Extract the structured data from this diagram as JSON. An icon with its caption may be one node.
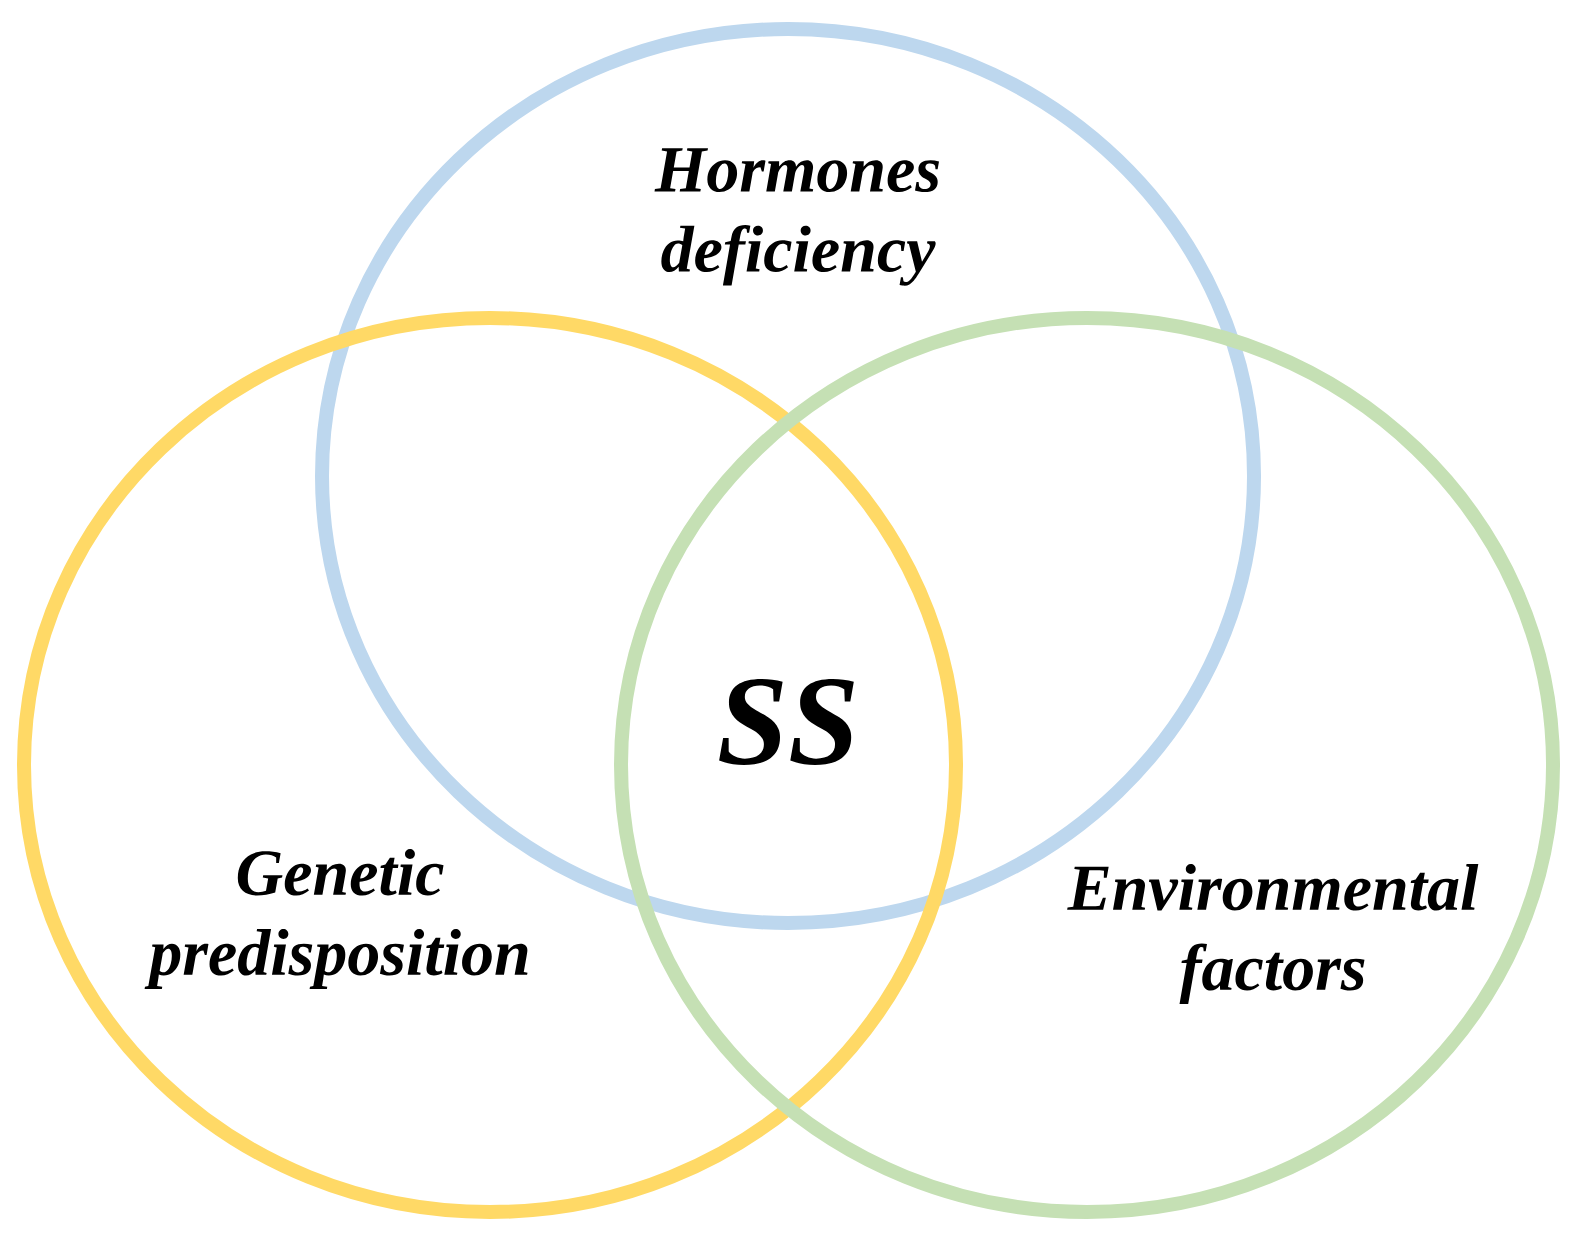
{
  "diagram": {
    "nodes": [
      {
        "text": [
          "Hormones deficiency"
        ]
      },
      {
        "text": [
          "Genetic predisposition"
        ]
      },
      {
        "text": [
          "Environmental factors"
        ]
      }
    ],
    "labels": [
      "SS"
    ]
  }
}
